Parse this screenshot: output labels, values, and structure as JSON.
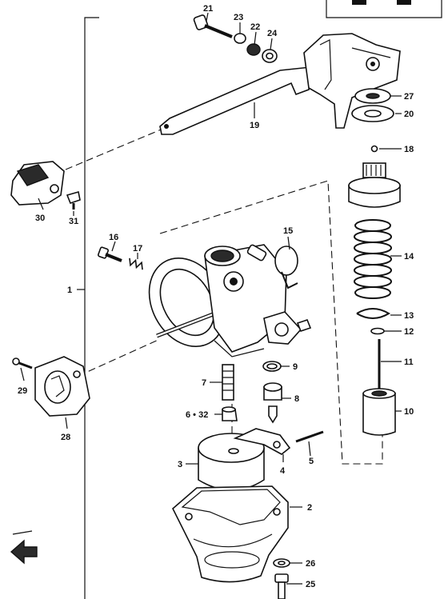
{
  "diagram": {
    "labels": {
      "p1": "1",
      "p2": "2",
      "p3": "3",
      "p4": "4",
      "p5": "5",
      "p6_32": "6 • 32",
      "p7": "7",
      "p8": "8",
      "p9": "9",
      "p10": "10",
      "p11": "11",
      "p12": "12",
      "p13": "13",
      "p14": "14",
      "p15": "15",
      "p16": "16",
      "p17": "17",
      "p18": "18",
      "p19": "19",
      "p20": "20",
      "p21": "21",
      "p22": "22",
      "p23": "23",
      "p24": "24",
      "p25": "25",
      "p26": "26",
      "p27": "27",
      "p28": "28",
      "p29": "29",
      "p30": "30",
      "p31": "31"
    }
  }
}
